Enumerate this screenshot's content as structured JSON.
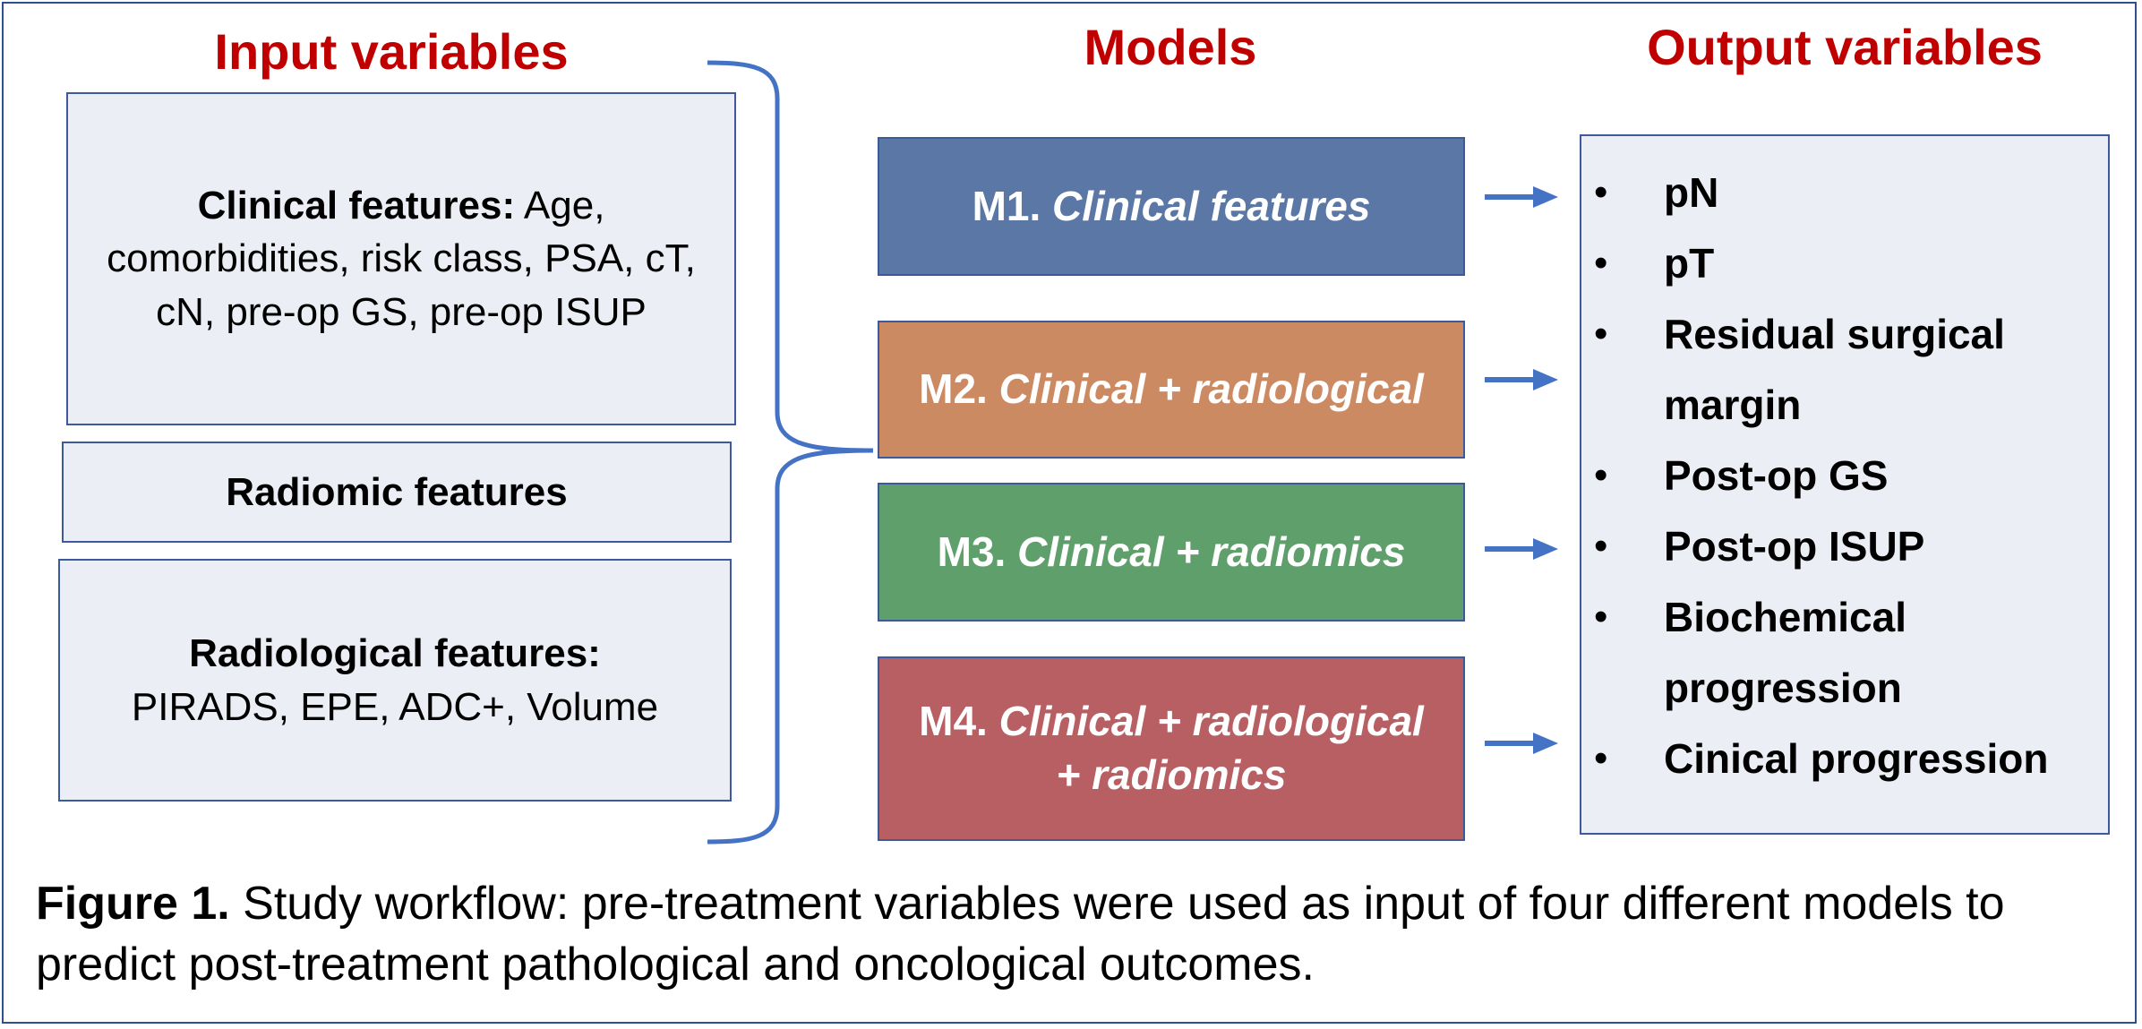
{
  "headings": {
    "input": "Input variables",
    "models": "Models",
    "output": "Output variables"
  },
  "inputs": {
    "clinical": {
      "label": "Clinical features:",
      "text": " Age, comorbidities, risk class, PSA, cT, cN, pre-op GS, pre-op ISUP"
    },
    "radiomic": {
      "label": "Radiomic features"
    },
    "radiological": {
      "label": "Radiological features:",
      "text": "PIRADS, EPE, ADC+, Volume"
    }
  },
  "models": [
    {
      "id": "M1.",
      "name": "Clinical features",
      "name2": "",
      "color": "#5a77a6"
    },
    {
      "id": "M2.",
      "name": "Clinical + radiological",
      "name2": "",
      "color": "#cc8a63"
    },
    {
      "id": "M3.",
      "name": "Clinical + radiomics",
      "name2": "",
      "color": "#5f9f6c"
    },
    {
      "id": "M4.",
      "name": "Clinical + radiological",
      "name2": "+ radiomics",
      "color": "#b75f62"
    }
  ],
  "outputs": {
    "bullet": "•",
    "items": [
      {
        "line1": "pN",
        "line2": ""
      },
      {
        "line1": "pT",
        "line2": ""
      },
      {
        "line1": "Residual surgical",
        "line2": "margin"
      },
      {
        "line1": "Post-op GS",
        "line2": ""
      },
      {
        "line1": "Post-op ISUP",
        "line2": ""
      },
      {
        "line1": "Biochemical",
        "line2": "progression"
      },
      {
        "line1": "Cinical progression",
        "line2": ""
      }
    ]
  },
  "caption": {
    "label": "Figure 1.",
    "text": " Study workflow: pre-treatment variables were used as input of four different models to predict post-treatment pathological and oncological outcomes."
  },
  "colors": {
    "heading": "#c00000",
    "brace": "#4472c4",
    "arrow": "#4472c4",
    "box_fill": "#eceef5",
    "box_border": "#3d5a9e"
  }
}
